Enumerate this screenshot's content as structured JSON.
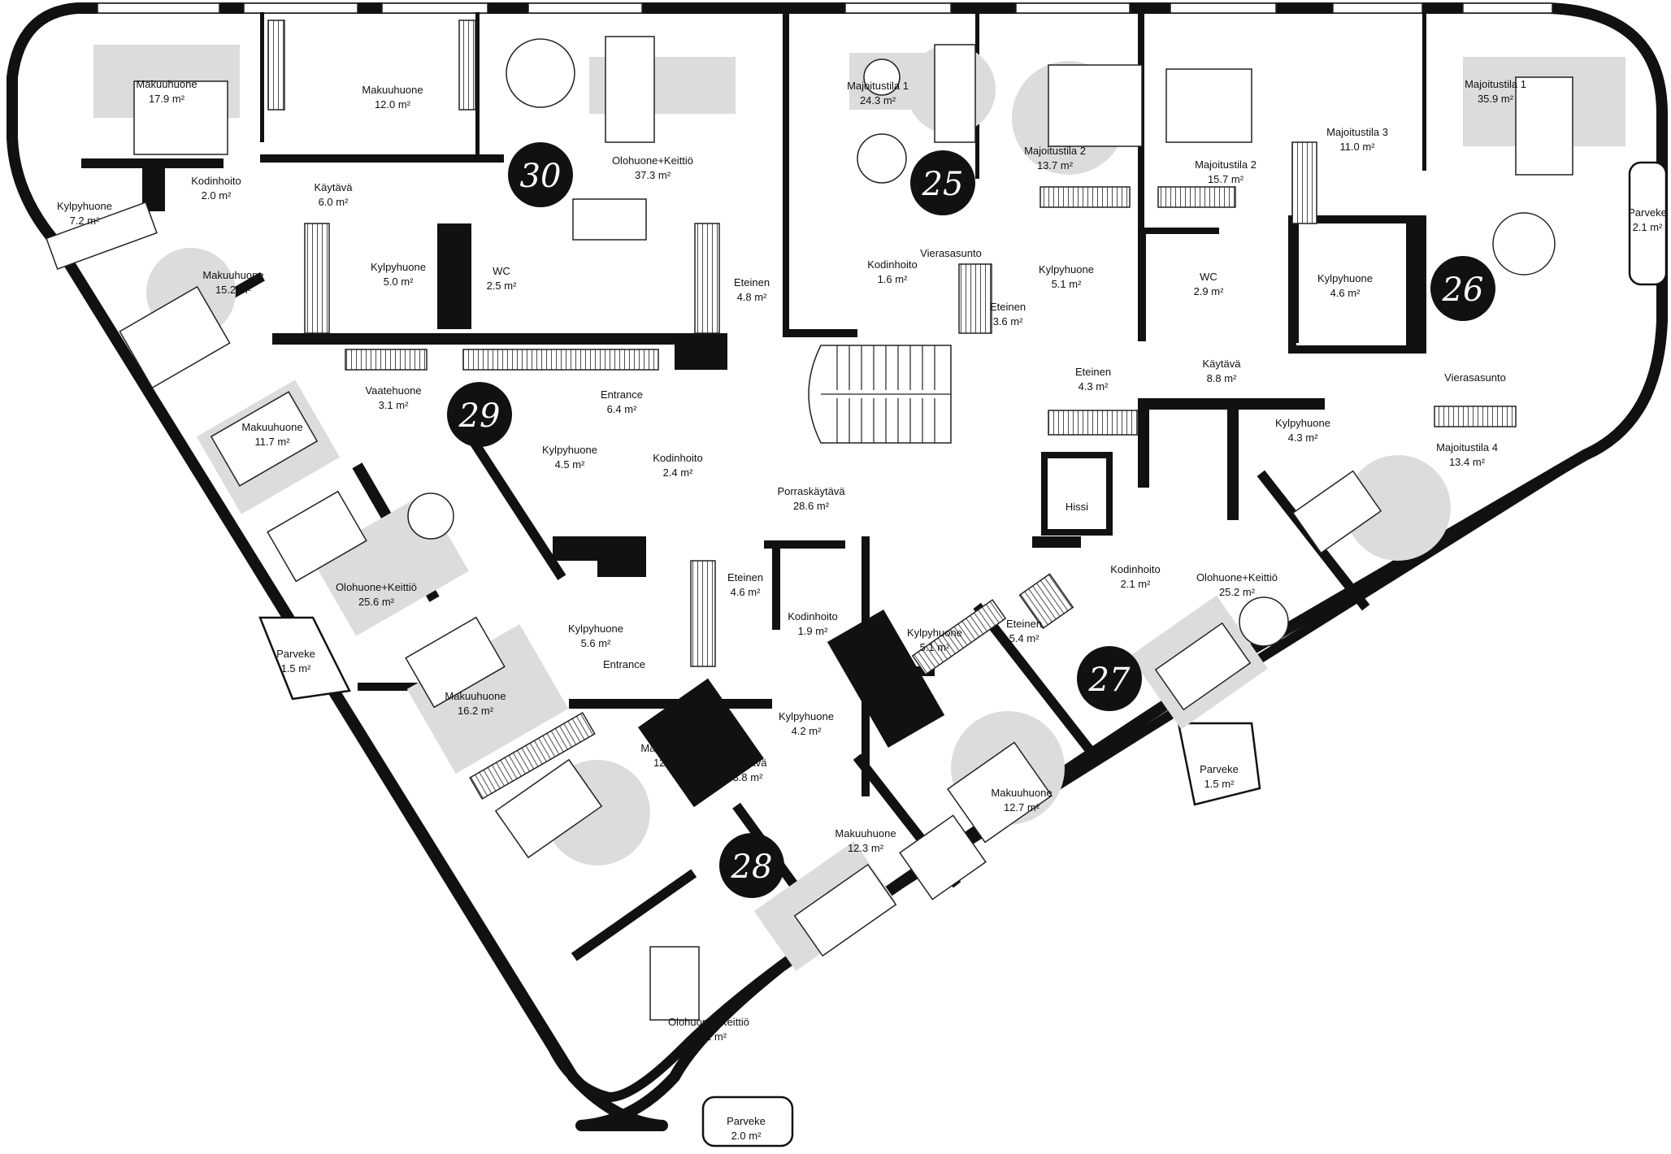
{
  "units": [
    {
      "number": "25",
      "rooms": [
        {
          "name": "Majoitustila 1",
          "area": "24.3 m²"
        },
        {
          "name": "Majoitustila 2",
          "area": "13.7 m²"
        },
        {
          "name": "Vierasasunto",
          "area": ""
        },
        {
          "name": "Kodinhoito",
          "area": "1.6 m²"
        },
        {
          "name": "Kylpyhuone",
          "area": "5.1 m²"
        },
        {
          "name": "Eteinen",
          "area": "3.6 m²"
        }
      ]
    },
    {
      "number": "26",
      "rooms": [
        {
          "name": "Majoitustila 1",
          "area": "35.9 m²"
        },
        {
          "name": "Majoitustila 2",
          "area": "15.7 m²"
        },
        {
          "name": "Majoitustila 3",
          "area": "11.0 m²"
        },
        {
          "name": "Majoitustila 4",
          "area": "13.4 m²"
        },
        {
          "name": "WC",
          "area": "2.9 m²"
        },
        {
          "name": "Kylpyhuone",
          "area": "4.6 m²"
        },
        {
          "name": "Kylpyhuone",
          "area": "4.3 m²"
        },
        {
          "name": "Eteinen",
          "area": "4.3 m²"
        },
        {
          "name": "Käytävä",
          "area": "8.8 m²"
        },
        {
          "name": "Vierasasunto",
          "area": ""
        },
        {
          "name": "Parveke",
          "area": "2.1 m²"
        }
      ]
    },
    {
      "number": "27",
      "rooms": [
        {
          "name": "Olohuone+Keittiö",
          "area": "25.2 m²"
        },
        {
          "name": "Kodinhoito",
          "area": "2.1 m²"
        },
        {
          "name": "Eteinen",
          "area": "5.4 m²"
        },
        {
          "name": "Kylpyhuone",
          "area": "5.1 m²"
        },
        {
          "name": "Makuuhuone",
          "area": "12.7 m²"
        },
        {
          "name": "Parveke",
          "area": "1.5 m²"
        }
      ]
    },
    {
      "number": "28",
      "rooms": [
        {
          "name": "Eteinen",
          "area": "4.6 m²"
        },
        {
          "name": "Kodinhoito",
          "area": "1.9 m²"
        },
        {
          "name": "Kylpyhuone",
          "area": "4.2 m²"
        },
        {
          "name": "Käytävä",
          "area": "3.8 m²"
        },
        {
          "name": "Makuuhuone",
          "area": "12.1 m²"
        },
        {
          "name": "Makuuhuone",
          "area": "12.3 m²"
        },
        {
          "name": "Olohuone+Keittiö",
          "area": "29.1 m²"
        },
        {
          "name": "Parveke",
          "area": "2.0 m²"
        }
      ]
    },
    {
      "number": "29",
      "rooms": [
        {
          "name": "Vaatehuone",
          "area": "3.1 m²"
        },
        {
          "name": "Makuuhuone",
          "area": "11.7 m²"
        },
        {
          "name": "Entrance",
          "area": "6.4 m²"
        },
        {
          "name": "Kylpyhuone",
          "area": "4.5 m²"
        },
        {
          "name": "Kodinhoito",
          "area": "2.4 m²"
        },
        {
          "name": "Olohuone+Keittiö",
          "area": "25.6 m²"
        },
        {
          "name": "Kylpyhuone",
          "area": "5.6 m²"
        },
        {
          "name": "Entrance",
          "area": ""
        },
        {
          "name": "Makuuhuone",
          "area": "16.2 m²"
        },
        {
          "name": "Parveke",
          "area": "1.5 m²"
        }
      ]
    },
    {
      "number": "30",
      "rooms": [
        {
          "name": "Makuuhuone",
          "area": "17.9 m²"
        },
        {
          "name": "Makuuhuone",
          "area": "12.0 m²"
        },
        {
          "name": "Kodinhoito",
          "area": "2.0 m²"
        },
        {
          "name": "Käytävä",
          "area": "6.0 m²"
        },
        {
          "name": "Kylpyhuone",
          "area": "7.2 m²"
        },
        {
          "name": "Makuuhuone",
          "area": "15.2 m²"
        },
        {
          "name": "Kylpyhuone",
          "area": "5.0 m²"
        },
        {
          "name": "WC",
          "area": "2.5 m²"
        },
        {
          "name": "Olohuone+Keittiö",
          "area": "37.3 m²"
        },
        {
          "name": "Eteinen",
          "area": "4.8 m²"
        }
      ]
    }
  ],
  "common": [
    {
      "name": "Porraskäytävä",
      "area": "28.6 m²"
    },
    {
      "name": "Hissi",
      "area": ""
    }
  ]
}
